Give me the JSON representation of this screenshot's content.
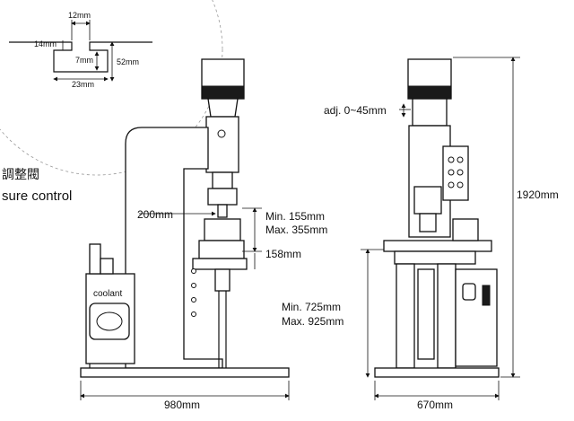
{
  "detail": {
    "slot_top_width": "12mm",
    "slot_neck_height": "14mm",
    "slot_head_height": "7mm",
    "slot_bottom_width": "23mm",
    "overall_height": "52mm"
  },
  "side_labels": {
    "chinese": "調整閥",
    "pressure_control": "sure control"
  },
  "left_view": {
    "throat_depth": "200mm",
    "stroke_min": "Min.  155mm",
    "stroke_max": "Max. 355mm",
    "table_height": "158mm",
    "coolant_label": "coolant",
    "base_width": "980mm"
  },
  "right_view": {
    "adjust_range": "adj. 0~45mm",
    "overall_height": "1920mm",
    "table_min": "Min.  725mm",
    "table_max": "Max. 925mm",
    "base_width": "670mm"
  }
}
